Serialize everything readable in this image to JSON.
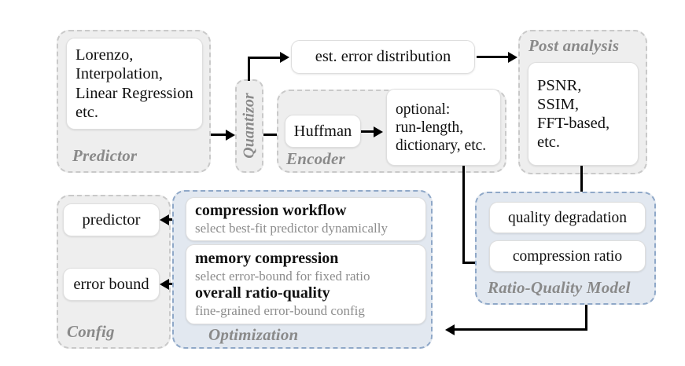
{
  "diagram": {
    "groups": {
      "predictor": {
        "title": "Predictor"
      },
      "quantizor": {
        "title": "Quantizor"
      },
      "encoder": {
        "title": "Encoder"
      },
      "post": {
        "title": "Post analysis"
      },
      "ratio": {
        "title": "Ratio-Quality Model"
      },
      "config": {
        "title": "Config"
      },
      "optimization": {
        "title": "Optimization"
      }
    },
    "boxes": {
      "predictor_methods": {
        "lines": [
          "Lorenzo,",
          "Interpolation,",
          "Linear Regression",
          "etc."
        ]
      },
      "est_error": {
        "label": "est. error distribution"
      },
      "huffman": {
        "label": "Huffman"
      },
      "optional": {
        "lines": [
          "optional:",
          "run-length,",
          "dictionary, etc."
        ]
      },
      "post_metrics": {
        "lines": [
          "PSNR,",
          "SSIM,",
          "FFT-based,",
          "etc."
        ]
      },
      "quality_degradation": {
        "label": "quality degradation"
      },
      "compression_ratio": {
        "label": "compression ratio"
      },
      "config_predictor": {
        "label": "predictor"
      },
      "config_error_bound": {
        "label": "error bound"
      },
      "opt_workflow": {
        "title": "compression workflow",
        "subtitle": "select best-fit predictor dynamically"
      },
      "opt_memory": {
        "title": "memory compression",
        "subtitle": "select error-bound for fixed ratio",
        "title2": "overall ratio-quality",
        "subtitle2": "fine-grained error-bound config"
      }
    },
    "colors": {
      "group_grey_fill": "#eeeeee",
      "group_grey_border": "#c9c9c9",
      "group_blue_fill": "#e2e8f0",
      "group_blue_border": "#8fa8c8",
      "box_fill": "#ffffff",
      "box_border": "#dedede",
      "group_title_text": "#8a8a8a",
      "subtitle_text": "#8d8d8d",
      "arrow": "#000000"
    }
  }
}
